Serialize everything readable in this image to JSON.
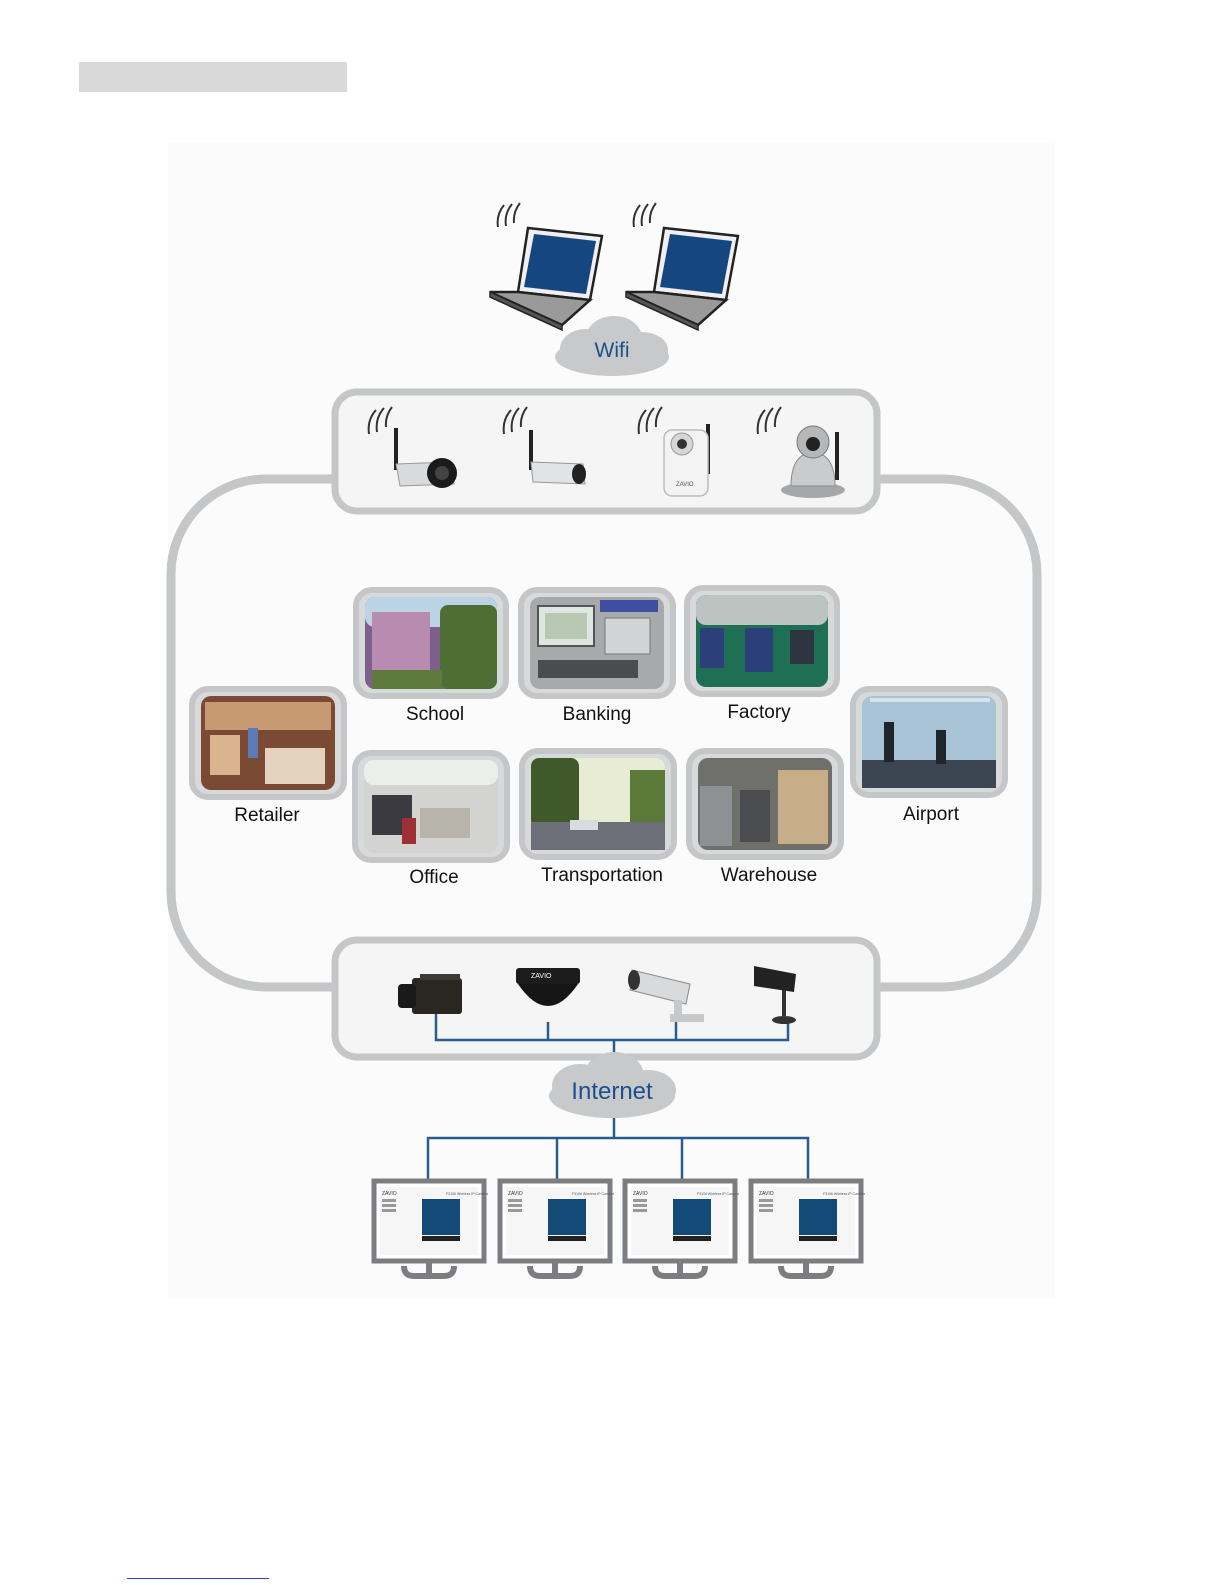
{
  "clouds": {
    "wifi": "Wifi",
    "internet": "Internet"
  },
  "locations": [
    {
      "id": "school",
      "label": "School"
    },
    {
      "id": "banking",
      "label": "Banking"
    },
    {
      "id": "factory",
      "label": "Factory"
    },
    {
      "id": "retailer",
      "label": "Retailer"
    },
    {
      "id": "airport",
      "label": "Airport"
    },
    {
      "id": "office",
      "label": "Office"
    },
    {
      "id": "transportation",
      "label": "Transportation"
    },
    {
      "id": "warehouse",
      "label": "Warehouse"
    }
  ],
  "monitors": [
    {
      "brand": "ZAVIO",
      "title": "F3106 Wireless IP Camera"
    },
    {
      "brand": "ZAVIO",
      "title": "F3106 Wireless IP Camera"
    },
    {
      "brand": "ZAVIO",
      "title": "F3106 Wireless IP Camera"
    },
    {
      "brand": "ZAVIO",
      "title": "F3106 Wireless IP Camera"
    }
  ],
  "device_brand": "ZAVIO",
  "colors": {
    "ring": "#c4c6c8",
    "box_fill": "#f4f5f4",
    "line": "#2a5d8f",
    "laptop_screen": "#16467f",
    "monitor_screen": "#144a78",
    "cloud": "#c8c9cb",
    "cloud_text": "#1d4f8f"
  }
}
